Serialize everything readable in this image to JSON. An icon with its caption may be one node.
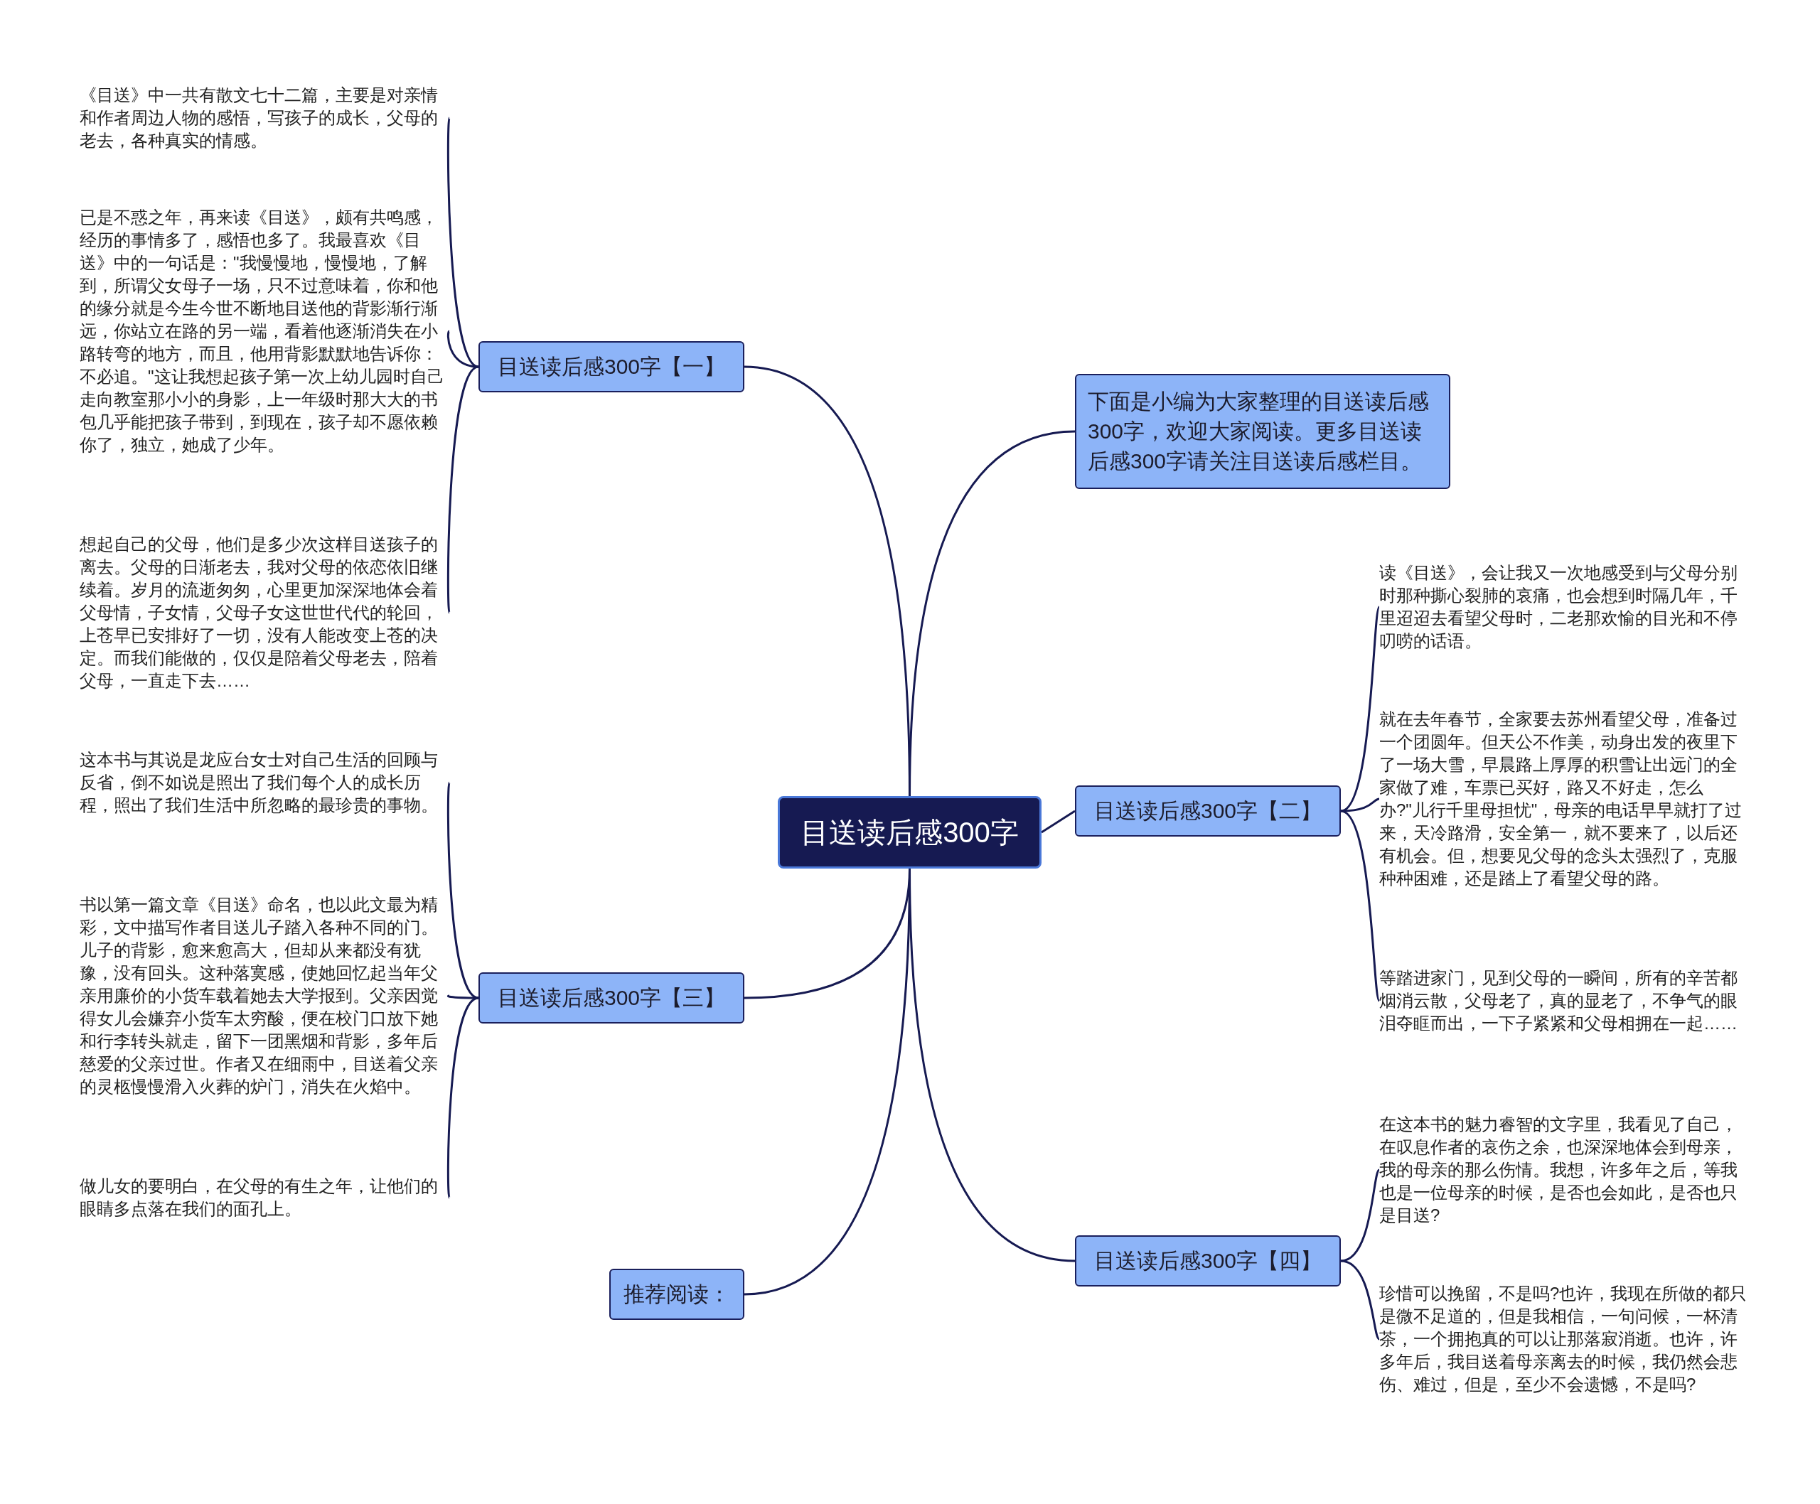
{
  "diagram": {
    "nodes": [
      {
        "text": [
          "目送读后感300字"
        ]
      },
      {
        "text": [
          "目送读后感300字【一】"
        ]
      },
      {
        "text": [
          "《目送》中一共有散文七十二篇，主要是对亲情和作者周边人物的感悟，写孩子的成长，父母的老去，各种真实的情感。"
        ]
      },
      {
        "text": [
          "已是不惑之年，再来读《目送》，颇有共鸣感，经历的事情多了，感悟也多了。我最喜欢《目送》中的一句话是：\"我慢慢地，慢慢地，了解到，所谓父女母子一场，只不过意味着，你和他的缘分就是今生今世不断地目送他的背影渐行渐远，你站立在路的另一端，看着他逐渐消失在小路转弯的地方，而且，他用背影默默地告诉你：不必追。\"这让我想起孩子第一次上幼儿园时自己走向教室那小小的身影，上一年级时那大大的书包几乎能把孩子带到，到现在，孩子却不愿依赖你了，独立，她成了少年。"
        ]
      },
      {
        "text": [
          "想起自己的父母，他们是多少次这样目送孩子的离去。父母的日渐老去，我对父母的依恋依旧继续着。岁月的流逝匆匆，心里更加深深地体会着父母情，子女情，父母子女这世世代代的轮回，上苍早已安排好了一切，没有人能改变上苍的决定。而我们能做的，仅仅是陪着父母老去，陪着父母，一直走下去……"
        ]
      },
      {
        "text": [
          "下面是小编为大家整理的目送读后感300字，欢迎大家阅读。更多目送读后感300字请关注目送读后感栏目。"
        ]
      },
      {
        "text": [
          "目送读后感300字【二】"
        ]
      },
      {
        "text": [
          "读《目送》，会让我又一次地感受到与父母分别时那种撕心裂肺的哀痛，也会想到时隔几年，千里迢迢去看望父母时，二老那欢愉的目光和不停叨唠的话语。"
        ]
      },
      {
        "text": [
          "就在去年春节，全家要去苏州看望父母，准备过一个团圆年。但天公不作美，动身出发的夜里下了一场大雪，早晨路上厚厚的积雪让出远门的全家做了难，车票已买好，路又不好走，怎么办?\"儿行千里母担忧\"，母亲的电话早早就打了过来，天冷路滑，安全第一，就不要来了，以后还有机会。但，想要见父母的念头太强烈了，克服种种困难，还是踏上了看望父母的路。"
        ]
      },
      {
        "text": [
          "等踏进家门，见到父母的一瞬间，所有的辛苦都烟消云散，父母老了，真的显老了，不争气的眼泪夺眶而出，一下子紧紧和父母相拥在一起……"
        ]
      },
      {
        "text": [
          "目送读后感300字【三】"
        ]
      },
      {
        "text": [
          "这本书与其说是龙应台女士对自己生活的回顾与反省，倒不如说是照出了我们每个人的成长历程，照出了我们生活中所忽略的最珍贵的事物。"
        ]
      },
      {
        "text": [
          "书以第一篇文章《目送》命名，也以此文最为精彩，文中描写作者目送儿子踏入各种不同的门。儿子的背影，愈来愈高大，但却从来都没有犹豫，没有回头。这种落寞感，使她回忆起当年父亲用廉价的小货车载着她去大学报到。父亲因觉得女儿会嫌弃小货车太穷酸，便在校门口放下她和行李转头就走，留下一团黑烟和背影，多年后慈爱的父亲过世。作者又在细雨中，目送着父亲的灵柩慢慢滑入火葬的炉门，消失在火焰中。"
        ]
      },
      {
        "text": [
          "做儿女的要明白，在父母的有生之年，让他们的眼睛多点落在我们的面孔上。"
        ]
      },
      {
        "text": [
          "目送读后感300字【四】"
        ]
      },
      {
        "text": [
          "在这本书的魅力睿智的文字里，我看见了自己，在叹息作者的哀伤之余，也深深地体会到母亲，我的母亲的那么伤情。我想，许多年之后，等我也是一位母亲的时候，是否也会如此，是否也只是目送?"
        ]
      },
      {
        "text": [
          "珍惜可以挽留，不是吗?也许，我现在所做的都只是微不足道的，但是我相信，一句问候，一杯清茶，一个拥抱真的可以让那落寂消逝。也许，许多年后，我目送着母亲离去的时候，我仍然会悲伤、难过，但是，至少不会遗憾，不是吗?"
        ]
      },
      {
        "text": [
          "推荐阅读："
        ]
      }
    ],
    "edges": [
      {
        "from": 0,
        "to": 1,
        "arrow": "none"
      },
      {
        "from": 1,
        "to": 2,
        "arrow": "none"
      },
      {
        "from": 1,
        "to": 3,
        "arrow": "none"
      },
      {
        "from": 1,
        "to": 4,
        "arrow": "none"
      },
      {
        "from": 0,
        "to": 5,
        "arrow": "none"
      },
      {
        "from": 0,
        "to": 6,
        "arrow": "none"
      },
      {
        "from": 6,
        "to": 7,
        "arrow": "none"
      },
      {
        "from": 6,
        "to": 8,
        "arrow": "none"
      },
      {
        "from": 6,
        "to": 9,
        "arrow": "none"
      },
      {
        "from": 0,
        "to": 10,
        "arrow": "none"
      },
      {
        "from": 10,
        "to": 11,
        "arrow": "none"
      },
      {
        "from": 10,
        "to": 12,
        "arrow": "none"
      },
      {
        "from": 10,
        "to": 13,
        "arrow": "none"
      },
      {
        "from": 0,
        "to": 14,
        "arrow": "none"
      },
      {
        "from": 14,
        "to": 15,
        "arrow": "none"
      },
      {
        "from": 14,
        "to": 16,
        "arrow": "none"
      },
      {
        "from": 0,
        "to": 17,
        "arrow": "none"
      }
    ]
  }
}
